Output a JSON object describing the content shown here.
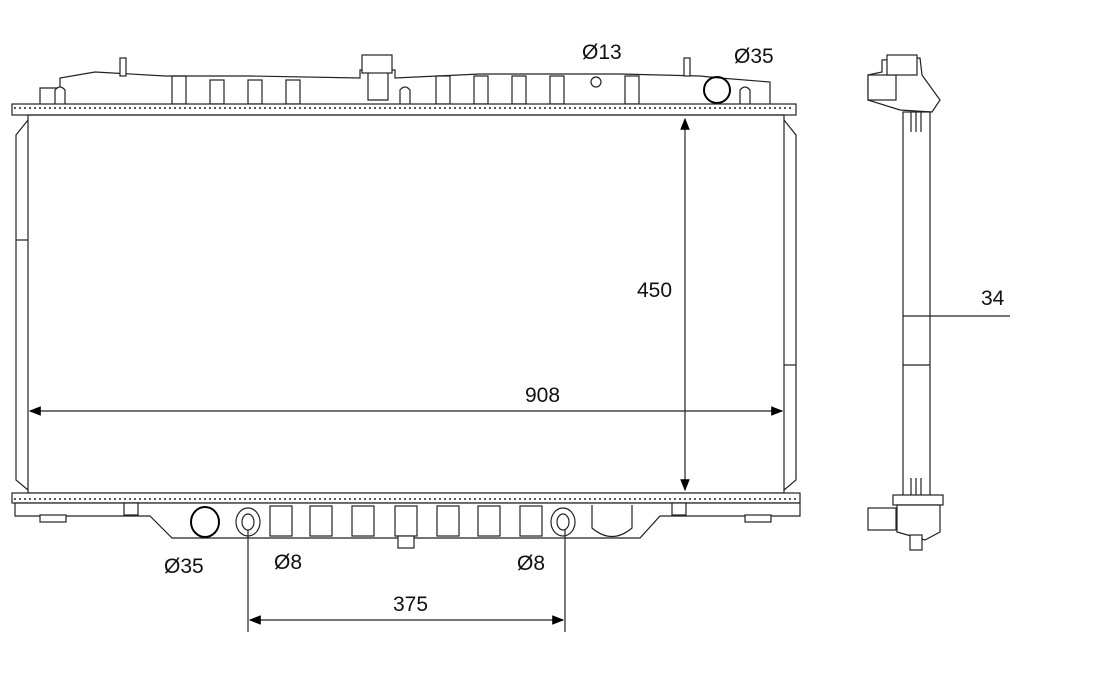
{
  "drawing": {
    "front_view": {
      "width_label": "908",
      "height_label": "450",
      "top_fitting_small": "Ø13",
      "top_inlet": "Ø35",
      "bottom_outlet": "Ø35",
      "drain_left": "Ø8",
      "drain_right": "Ø8",
      "drain_spacing": "375"
    },
    "side_view": {
      "thickness_label": "34"
    }
  }
}
